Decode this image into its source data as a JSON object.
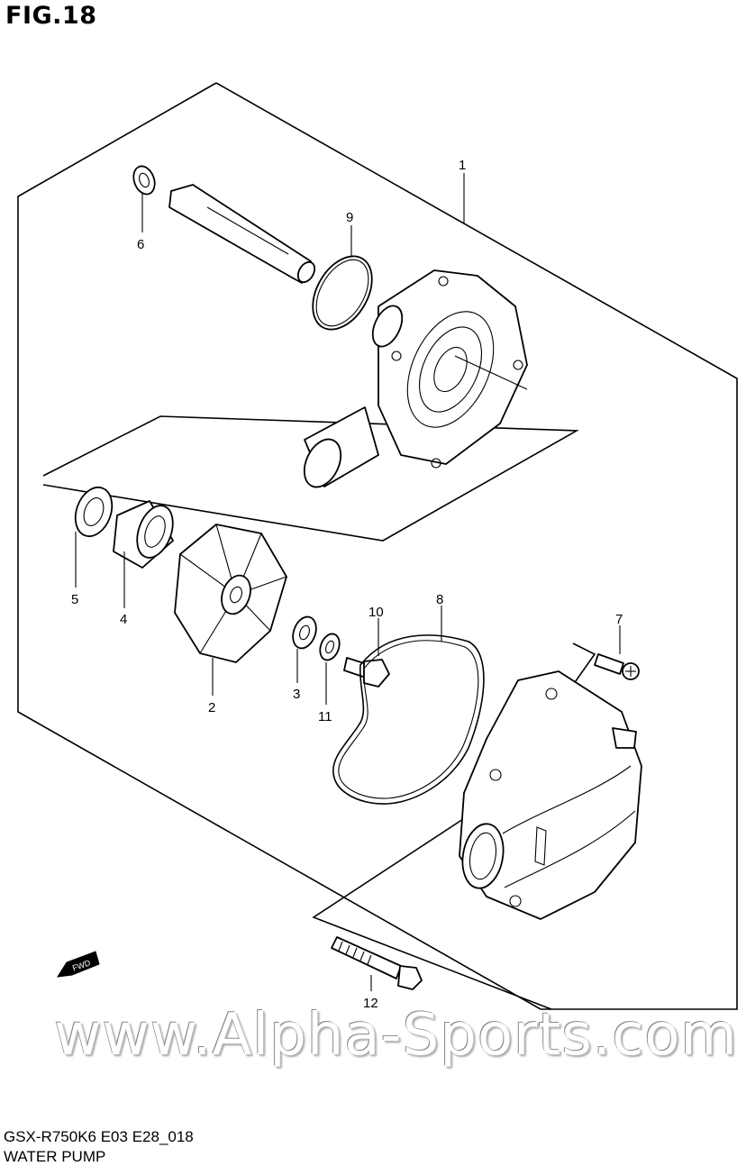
{
  "figure_title": "FIG.18",
  "model_code": "GSX-R750K6 E03 E28_018",
  "group_name": "WATER PUMP",
  "watermark": "www.Alpha-Sports.com",
  "fwd_label": "FWD",
  "callouts": [
    "1",
    "2",
    "3",
    "4",
    "5",
    "6",
    "7",
    "8",
    "9",
    "10",
    "11",
    "12"
  ]
}
